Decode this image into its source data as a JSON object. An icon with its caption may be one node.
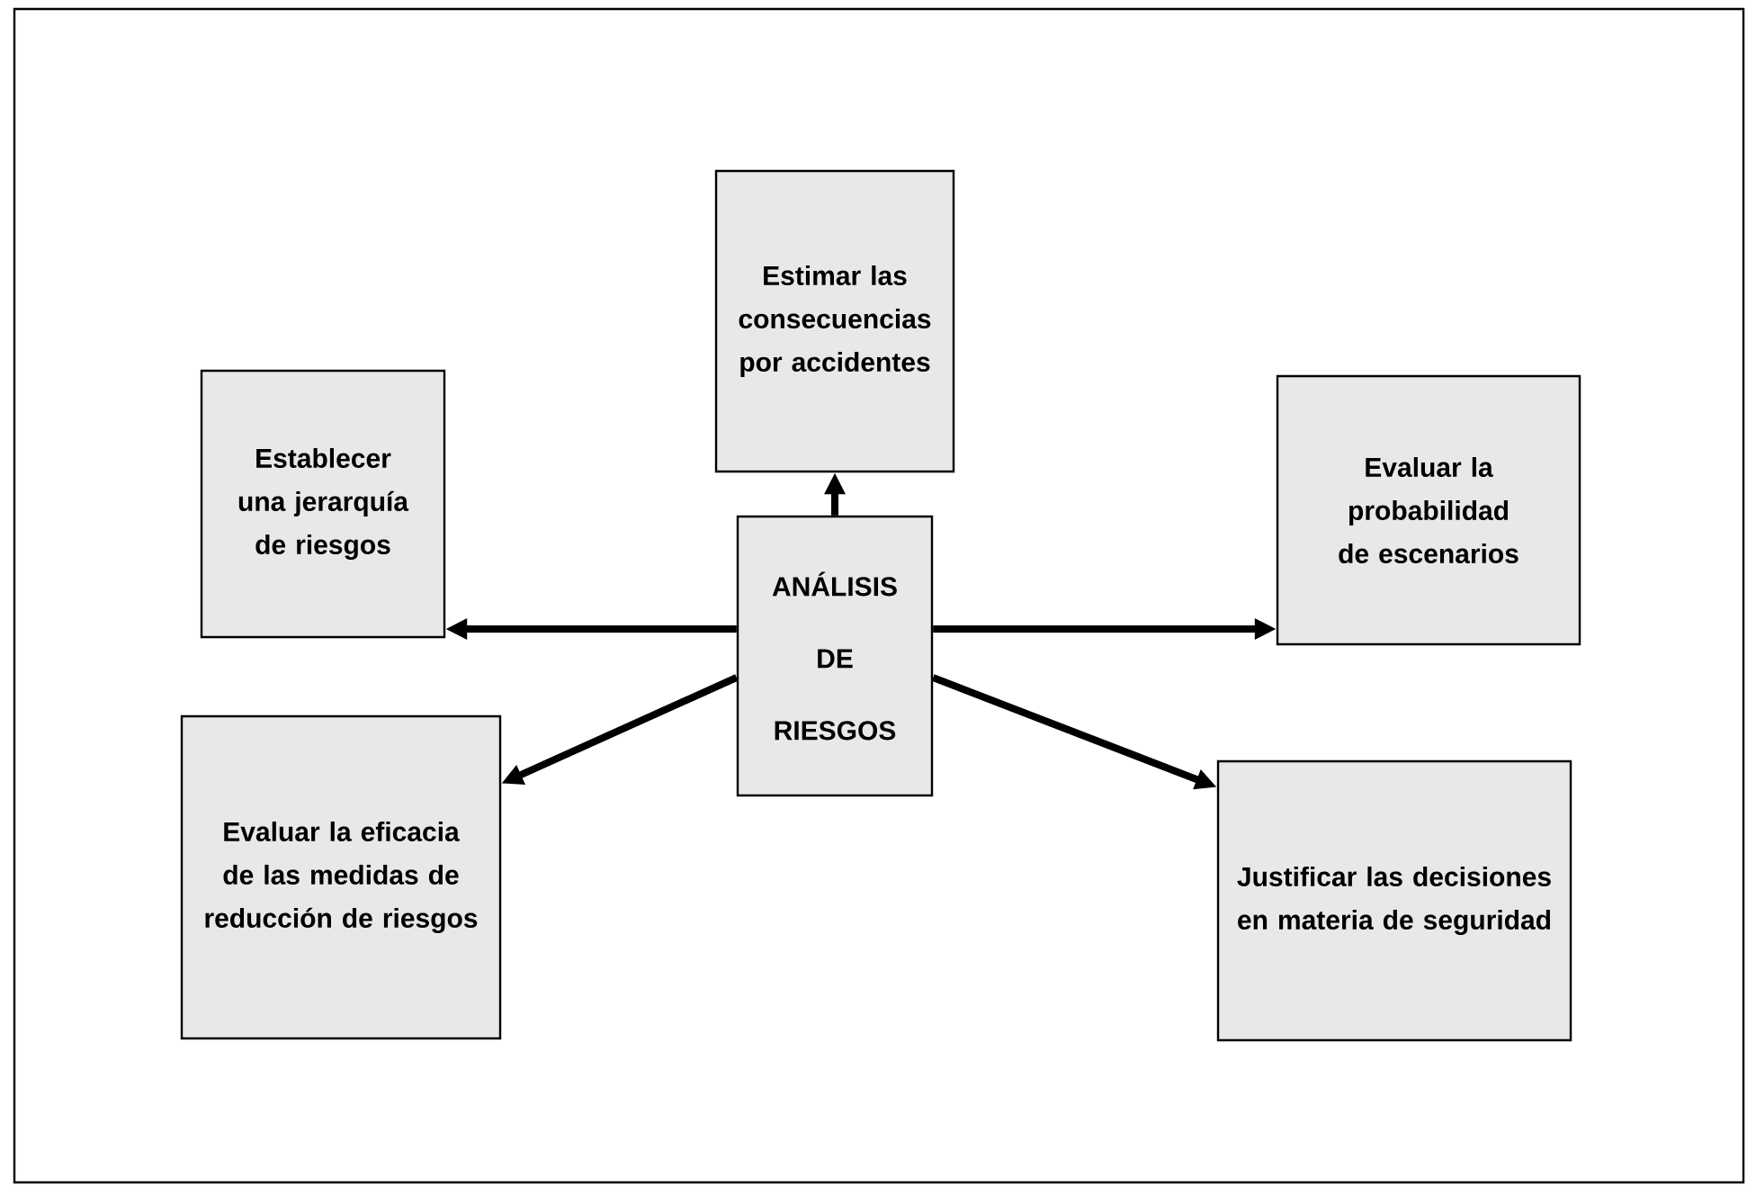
{
  "diagram": {
    "nodes": [
      {
        "text": [
          "ANÁLISIS DE RIESGOS"
        ]
      },
      {
        "text": [
          "Estimar las consecuencias por accidentes"
        ]
      },
      {
        "text": [
          "Establecer una jerarquía de riesgos"
        ]
      },
      {
        "text": [
          "Evaluar la probabilidad de escenarios"
        ]
      },
      {
        "text": [
          "Evaluar la eficacia de las medidas de reducción de riesgos"
        ]
      },
      {
        "text": [
          "Justificar las decisiones en materia de seguridad"
        ]
      }
    ],
    "edges": [
      {
        "from": 0,
        "to": 1,
        "arrow": "to"
      },
      {
        "from": 0,
        "to": 2,
        "arrow": "to"
      },
      {
        "from": 0,
        "to": 3,
        "arrow": "to"
      },
      {
        "from": 0,
        "to": 4,
        "arrow": "to"
      },
      {
        "from": 0,
        "to": 5,
        "arrow": "to"
      }
    ]
  }
}
